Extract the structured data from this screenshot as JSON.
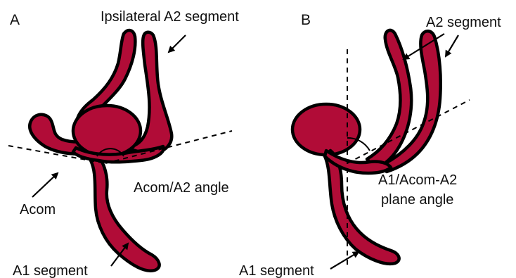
{
  "panels": {
    "a": {
      "letter": "A",
      "labels": {
        "ipsilateral_a2": "Ipsilateral A2 segment",
        "acom": "Acom",
        "angle": "Acom/A2 angle",
        "a1": "A1 segment"
      }
    },
    "b": {
      "letter": "B",
      "labels": {
        "a2": "A2 segment",
        "angle_line1": "A1/Acom-A2",
        "angle_line2": "plane angle",
        "a1": "A1 segment"
      }
    }
  },
  "colors": {
    "vessel_fill": "#b10c37",
    "outline": "#000000"
  }
}
